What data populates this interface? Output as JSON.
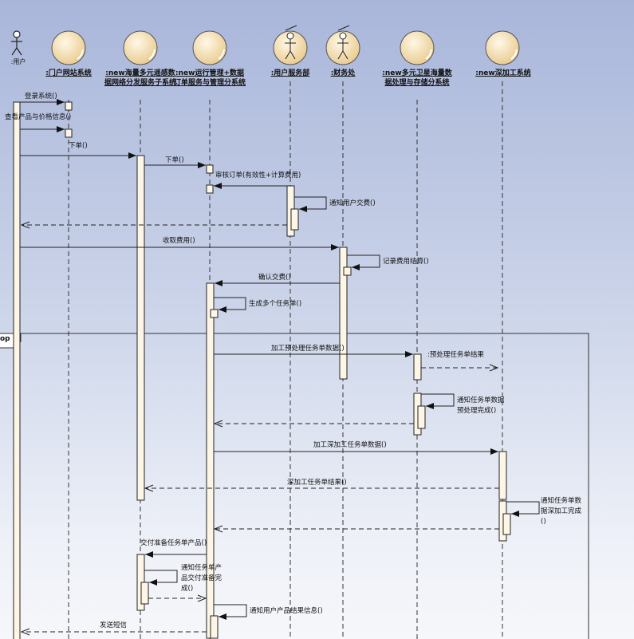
{
  "actors": [
    {
      "id": "user",
      "label": ":用户",
      "kind": "actor"
    },
    {
      "id": "portal",
      "label": ":门户网站系统",
      "kind": "boundary"
    },
    {
      "id": "dist",
      "label": ":new海量多元遥感数据网络分发服务子系统",
      "kind": "boundary"
    },
    {
      "id": "ops",
      "label": ":new运行管理+数据订单服务与管理分系统",
      "kind": "boundary"
    },
    {
      "id": "userdept",
      "label": ":用户服务部",
      "kind": "worker"
    },
    {
      "id": "finance",
      "label": ":财务处",
      "kind": "worker"
    },
    {
      "id": "satproc",
      "label": ":new多元卫星海量数据处理与存储分系统",
      "kind": "boundary"
    },
    {
      "id": "deepproc",
      "label": ":new深加工系统",
      "kind": "boundary"
    }
  ],
  "messages": [
    {
      "id": "m1",
      "text": "登录系统()"
    },
    {
      "id": "m2",
      "text": "查看产品与价格信息()"
    },
    {
      "id": "m3",
      "text": "下单()"
    },
    {
      "id": "m4",
      "text": "下单()"
    },
    {
      "id": "m5",
      "text": "审核订单(有效性+计算费用)"
    },
    {
      "id": "m6",
      "text": "通知用户交费()"
    },
    {
      "id": "m7",
      "text": "收取费用()"
    },
    {
      "id": "m8",
      "text": "记录费用结算()"
    },
    {
      "id": "m9",
      "text": "确认交费()"
    },
    {
      "id": "m10",
      "text": "生成多个任务单()"
    },
    {
      "id": "m11",
      "text": "加工预处理任务单数据()"
    },
    {
      "id": "m12",
      "text": ":预处理任务单结果"
    },
    {
      "id": "m13",
      "text": "通知任务单数据预处理完成()"
    },
    {
      "id": "m14",
      "text": "加工深加工任务单数据()"
    },
    {
      "id": "m15",
      "text": "深加工任务单结果()"
    },
    {
      "id": "m16",
      "text": "通知任务单数据深加工完成()"
    },
    {
      "id": "m17",
      "text": "交付准备任务单产品()"
    },
    {
      "id": "m18",
      "text": "通知任务单产品交付准备完成()"
    },
    {
      "id": "m19",
      "text": "通知用户产品结果信息()"
    },
    {
      "id": "m20",
      "text": "发送短信"
    }
  ],
  "frame": {
    "label": "op"
  },
  "colors": {
    "line": "#222222",
    "dashed": "#555555",
    "head_fill": "#f6e2b8",
    "activation_fill": "#fdf6e6",
    "frame_stroke": "#333333"
  }
}
